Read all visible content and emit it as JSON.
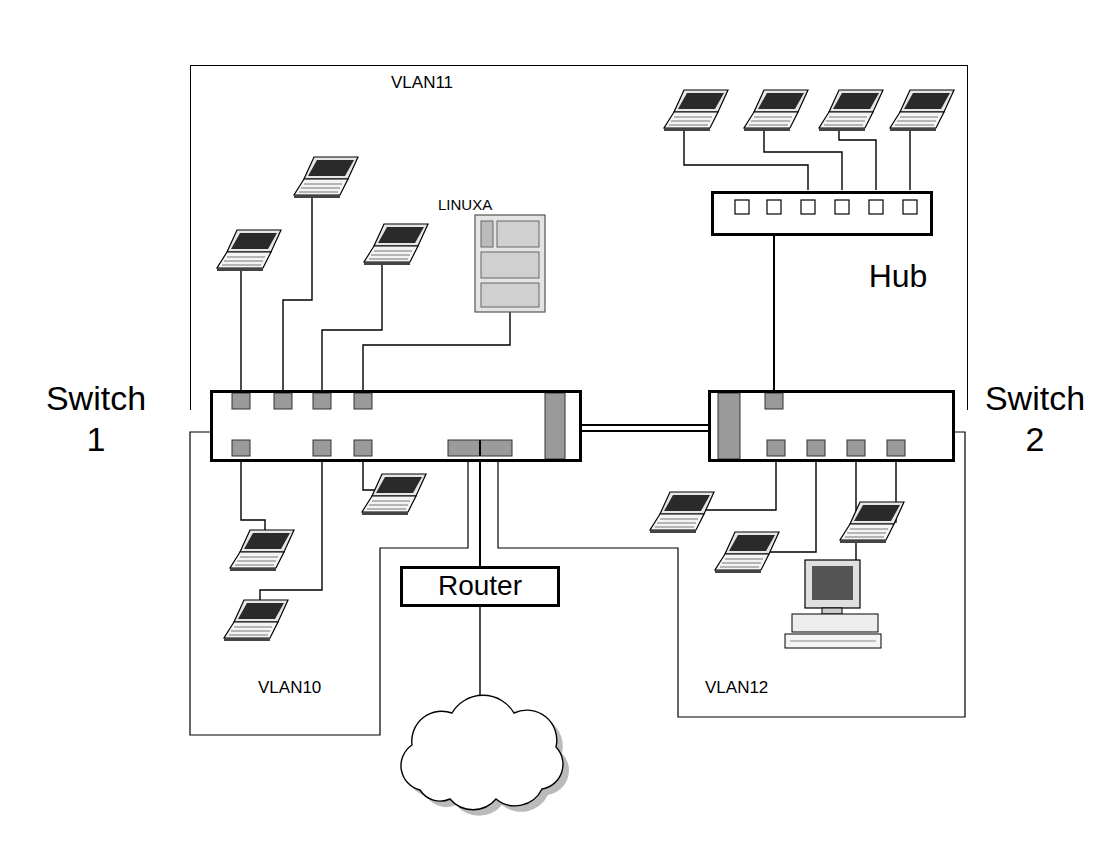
{
  "diagram": {
    "nodes": [
      {
        "text": [
          "VLAN11"
        ]
      },
      {
        "text": [
          "Hub"
        ],
        "in": 0
      },
      {
        "text": [
          "Switch 1"
        ]
      },
      {
        "text": [
          "Switch 2"
        ]
      },
      {
        "text": [
          "VLAN10"
        ]
      },
      {
        "text": [
          "Router"
        ]
      },
      {
        "text": [
          "VLAN12"
        ]
      }
    ],
    "edges": [
      {
        "from": 2,
        "to": 3,
        "arrow": "none"
      },
      {
        "from": 1,
        "to": 3,
        "arrow": "none"
      },
      {
        "from": 2,
        "to": 5,
        "arrow": "none"
      }
    ],
    "labels": [
      "LINUXA"
    ]
  }
}
